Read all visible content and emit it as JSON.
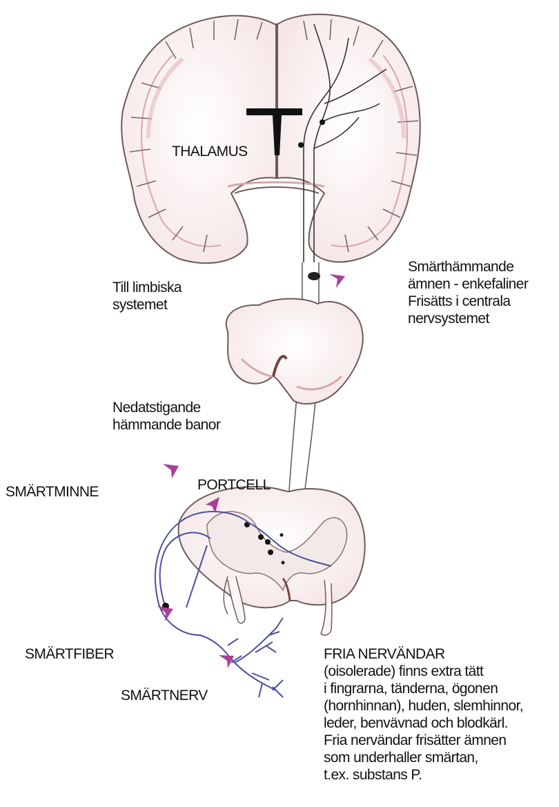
{
  "labels": {
    "thalamus": "THALAMUS",
    "limbic": [
      "Till limbiska",
      "systemet"
    ],
    "inhibitors": [
      "Smärthämmande",
      "ämnen - enkefaliner",
      "Frisätts i centrala",
      "nervsystemet"
    ],
    "descending": [
      "Nedatstigande",
      "hämmande banor"
    ],
    "pain_memory": "SMÄRTMINNE",
    "gate_cell": "PORTCELL",
    "pain_fiber": "SMÄRTFIBER",
    "pain_nerve": "SMÄRTNERV",
    "free_endings": [
      "FRIA NERVÄNDAR",
      "(oisolerade) finns extra tätt",
      "i fingrarna, tänderna, ögonen",
      "(hornhinnan), huden, slemhinnor,",
      "leder, benvävnad och blodkärl.",
      "Fria nervändar frisätter ämnen",
      "som underhaller smärtan,",
      "t.ex. substans P."
    ]
  },
  "colors": {
    "tissue_fill": "#fbf6f6",
    "tissue_outline": "#6b5a5a",
    "tissue_shade": "#e6b7b7",
    "arrowhead": "#a83f9a",
    "nerve": "#4b4fa0"
  }
}
